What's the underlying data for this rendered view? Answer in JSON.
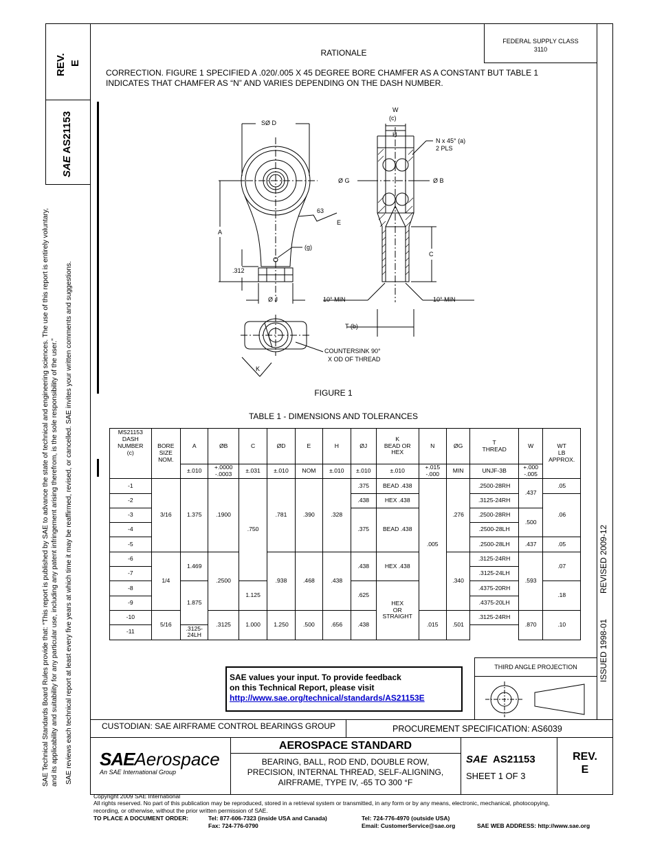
{
  "side_rev": {
    "label": "REV.",
    "value": "E"
  },
  "side_number": {
    "logo": "SAE",
    "doc": "AS21153"
  },
  "left_note_1": "SAE Technical Standards Board Rules provide that: “This report is published by SAE to advance the state of technical and engineering sciences. The use of this report is entirely voluntary, and its applicability and suitability for any particular use, including any patent infringement arising therefrom, is the sole responsibility of the user.”",
  "left_note_2": "SAE reviews each technical report at least every five years at which time it may be reaffirmed, revised, or cancelled. SAE invites your written comments and suggestions.",
  "right_vertical": {
    "issued": "ISSUED 1998-01",
    "revised": "REVISED 2009-12"
  },
  "fsc": {
    "line1": "FEDERAL SUPPLY CLASS",
    "line2": "3110"
  },
  "rationale": {
    "title": "RATIONALE",
    "text_line1": "CORRECTION. FIGURE 1 SPECIFIED A .020/.005 X 45 DEGREE BORE CHAMFER AS A CONSTANT BUT TABLE 1",
    "text_line2": "INDICATES THAT CHAMFER AS “N” AND VARIES DEPENDING ON THE DASH NUMBER."
  },
  "figure": {
    "caption": "FIGURE 1",
    "labels": {
      "sd": "SØ D",
      "w": "W",
      "wc": "(c)",
      "h": "H",
      "n": "N x 45° (a)",
      "pls": "2 PLS",
      "g": "Ø G",
      "b": "Ø B",
      "e63": "63",
      "e": "E",
      "a": "A",
      "g9": "(g)",
      "c": "C",
      "d312": ".312",
      "j": "Ø J",
      "min1": "10° MIN",
      "min2": "10° MIN",
      "t": "T (b)",
      "cs1": "COUNTERSINK 90°",
      "cs2": "X OD OF THREAD",
      "k": "K"
    }
  },
  "table": {
    "caption": "TABLE 1 - DIMENSIONS AND TOLERANCES",
    "headers": {
      "dash": [
        "MS21153",
        "DASH",
        "NUMBER",
        "(c)"
      ],
      "bore": [
        "BORE",
        "SIZE",
        "NOM."
      ],
      "a": "A",
      "b": "ØB",
      "c": "C",
      "d": "ØD",
      "e": "E",
      "h": "H",
      "j": "ØJ",
      "k": [
        "K",
        "BEAD OR",
        "HEX"
      ],
      "n": "N",
      "g": "ØG",
      "t": [
        "T",
        "THREAD"
      ],
      "w": "W",
      "wt": [
        "WT",
        "LB",
        "APPROX."
      ]
    },
    "tolerances": {
      "a": "±.010",
      "b": [
        "+.0000",
        "-.0003"
      ],
      "c": "±.031",
      "d": "±.010",
      "e": "NOM",
      "h": "±.010",
      "j": "±.010",
      "k": "±.010",
      "n": [
        "+.015",
        "-.000"
      ],
      "g": "MIN",
      "t": "UNJF-3B",
      "w": [
        "+.000",
        "-.005"
      ]
    },
    "dash": [
      "-1",
      "-2",
      "-3",
      "-4",
      "-5",
      "-6",
      "-7",
      "-8",
      "-9",
      "-10",
      "-11"
    ],
    "bore": [
      "3/16",
      "1/4",
      "5/16"
    ],
    "a": [
      "1.375",
      "1.469",
      "1.875"
    ],
    "b": [
      ".1900",
      ".2500",
      ".3125"
    ],
    "c": [
      ".750",
      "1.125",
      "1.000"
    ],
    "d": [
      ".781",
      ".938",
      "1.250"
    ],
    "e": [
      ".390",
      ".468",
      ".500"
    ],
    "h": [
      ".328",
      ".438",
      ".656"
    ],
    "j": [
      ".375",
      ".438",
      ".375",
      ".438",
      ".625",
      ".438"
    ],
    "k": [
      "BEAD .438",
      "HEX .438",
      "BEAD .438",
      "HEX .438",
      [
        "HEX",
        "OR",
        "STRAIGHT"
      ]
    ],
    "n": [
      ".005",
      ".015"
    ],
    "g": [
      ".276",
      ".340",
      ".501"
    ],
    "thread": [
      ".2500-28RH",
      ".3125-24RH",
      ".2500-28RH",
      ".2500-28LH",
      ".2500-28LH",
      ".3125-24RH",
      ".3125-24LH",
      ".4375-20RH",
      ".4375-20LH",
      ".3125-24RH",
      ".3125-24LH"
    ],
    "w": [
      ".437",
      ".500",
      ".437",
      ".593",
      ".870"
    ],
    "wt": [
      ".05",
      ".06",
      ".05",
      ".07",
      ".18",
      ".10"
    ]
  },
  "feedback": {
    "line1": "SAE values your input. To provide feedback",
    "line2": "on this Technical Report, please visit",
    "link": "http://www.sae.org/technical/standards/AS21153E"
  },
  "third_angle": "THIRD ANGLE PROJECTION",
  "custodian": "CUSTODIAN: SAE AIRFRAME CONTROL BEARINGS GROUP",
  "procurement": "PROCUREMENT SPECIFICATION: AS6039",
  "title_block": {
    "logo_main": "SAE",
    "logo_word": "Aerospace",
    "logo_sub": "An SAE International Group",
    "heading": "AEROSPACE STANDARD",
    "desc_line1": "BEARING, BALL, ROD END, DOUBLE ROW,",
    "desc_line2": "PRECISION, INTERNAL THREAD, SELF-ALIGNING,",
    "desc_line3": "AIRFRAME, TYPE IV, -65 TO 300 °F",
    "doc_logo": "SAE",
    "doc_number": "AS21153",
    "sheet": "SHEET 1 OF 3",
    "rev_label": "REV.",
    "rev_value": "E"
  },
  "footer": {
    "copyright": "Copyright 2009 SAE International",
    "rights1": "All rights reserved. No part of this publication may be reproduced, stored in a retrieval system or transmitted, in any form or by any means, electronic, mechanical, photocopying,",
    "rights2": "recording, or otherwise, without the prior written permission of SAE.",
    "order_label": "TO PLACE A DOCUMENT ORDER:",
    "tel_in": "Tel: 877-606-7323 (inside USA and Canada)",
    "tel_out": "Tel: 724-776-4970 (outside USA)",
    "fax": "Fax: 724-776-0790",
    "email": "Email: CustomerService@sae.org",
    "web": "SAE WEB ADDRESS: http://www.sae.org"
  }
}
